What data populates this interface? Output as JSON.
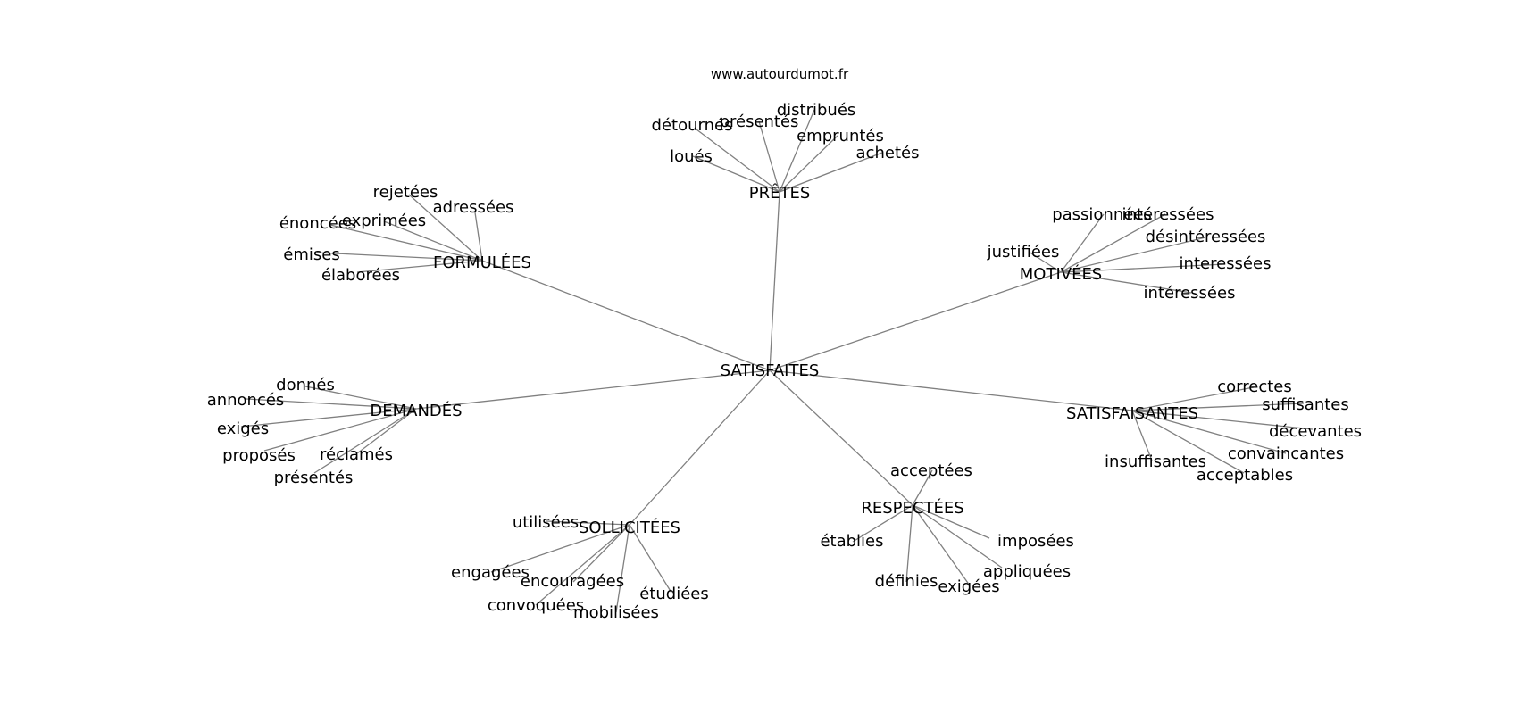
{
  "source_label": "www.autourdumot.fr",
  "colors": {
    "edge": "#808080",
    "text": "#000000",
    "background": "#ffffff"
  },
  "graph": {
    "center": "SATISFAITES",
    "clusters": [
      {
        "id": "pretes",
        "label": "PRÊTES",
        "leaves": [
          "détournés",
          "présentés",
          "distribués",
          "empruntés",
          "achetés",
          "loués"
        ]
      },
      {
        "id": "formulees",
        "label": "FORMULÉES",
        "leaves": [
          "rejetées",
          "adressées",
          "exprimées",
          "énoncées",
          "émises",
          "élaborées"
        ]
      },
      {
        "id": "motivees",
        "label": "MOTIVÉES",
        "leaves": [
          "passionnées",
          "intéressées",
          "désintéressées",
          "justifiées",
          "interessées",
          "intéressées"
        ]
      },
      {
        "id": "demandes",
        "label": "DEMANDÉS",
        "leaves": [
          "donnés",
          "annoncés",
          "exigés",
          "proposés",
          "réclamés",
          "présentés"
        ]
      },
      {
        "id": "satisfaisantes",
        "label": "SATISFAISANTES",
        "leaves": [
          "correctes",
          "suffisantes",
          "décevantes",
          "convaincantes",
          "insuffisantes",
          "acceptables"
        ]
      },
      {
        "id": "sollicitees",
        "label": "SOLLICITÉES",
        "leaves": [
          "utilisées",
          "engagées",
          "encouragées",
          "convoquées",
          "mobilisées",
          "étudiées"
        ]
      },
      {
        "id": "respectees",
        "label": "RESPECTÉES",
        "leaves": [
          "acceptées",
          "établies",
          "imposées",
          "appliquées",
          "définies",
          "exigées"
        ]
      }
    ]
  }
}
